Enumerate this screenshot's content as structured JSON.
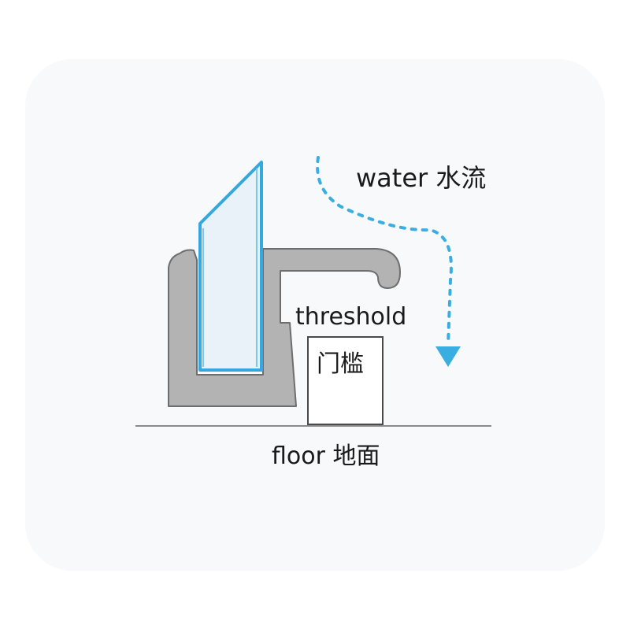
{
  "labels": {
    "water": "water 水流",
    "threshold": "threshold",
    "threshold_cn": "门槛",
    "floor": "floor  地面"
  },
  "colors": {
    "background": "#ffffff",
    "backdrop": "#f7f9fb",
    "seal": "#b3b3b3",
    "seal_outline": "#6e6e6e",
    "glass_fill": "#e9f2f9",
    "glass_edge": "#35a8e0",
    "water_arrow": "#3aaee0",
    "threshold_outline": "#4a4a4a",
    "floor_line": "#8a8a8a",
    "text": "#1a1a1a"
  }
}
